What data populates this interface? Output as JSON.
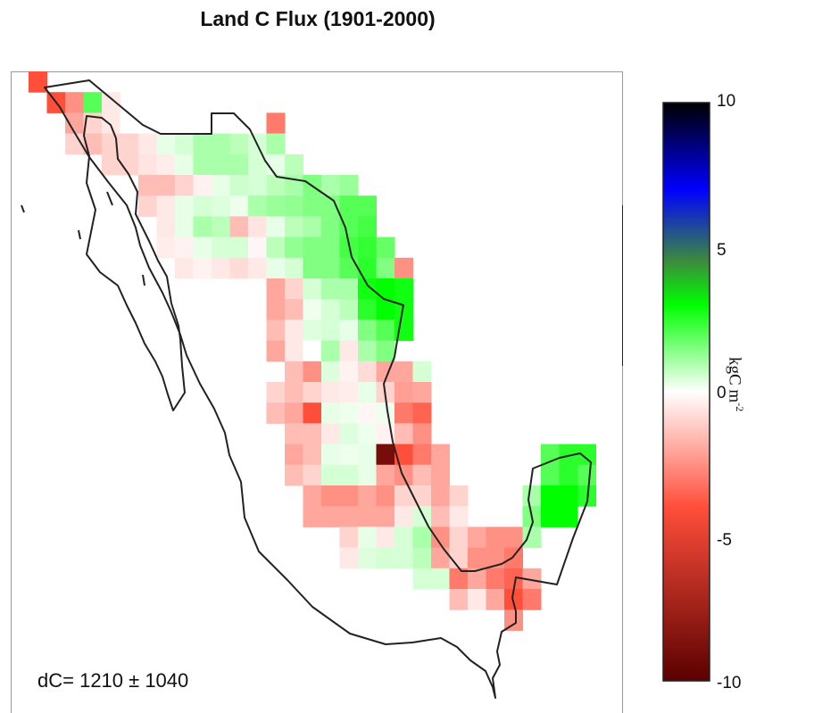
{
  "title": "Land C Flux (1901-2000)",
  "stat": {
    "label": "dC= 1210 ± 1040"
  },
  "colorbar": {
    "unit": "kgC m",
    "unit_exponent": "-2",
    "min": -10,
    "max": 10,
    "ticks": [
      "10",
      "5",
      "0",
      "-5",
      "-10"
    ],
    "stops": [
      {
        "v": 10,
        "c": "#000000"
      },
      {
        "v": 7,
        "c": "#0000ff"
      },
      {
        "v": 4.5,
        "c": "#3c8c3c"
      },
      {
        "v": 3,
        "c": "#00ff00"
      },
      {
        "v": 0,
        "c": "#ffffff"
      },
      {
        "v": -4,
        "c": "#ff4e3a"
      },
      {
        "v": -10,
        "c": "#5a0000"
      }
    ]
  },
  "colors": {
    "outline": "#222222",
    "frame": "#999999"
  },
  "map_data": {
    "region": "Mexico",
    "cells": [
      [
        0,
        0,
        -4
      ],
      [
        1,
        1,
        -4
      ],
      [
        2,
        1,
        -2.5
      ],
      [
        3,
        1,
        2
      ],
      [
        4,
        1,
        -0.5
      ],
      [
        2,
        2,
        -2
      ],
      [
        3,
        2,
        -1
      ],
      [
        4,
        2,
        -0.5
      ],
      [
        5,
        2,
        0
      ],
      [
        13,
        2,
        -3
      ],
      [
        2,
        3,
        -1
      ],
      [
        3,
        3,
        -1.5
      ],
      [
        4,
        3,
        -1
      ],
      [
        5,
        3,
        -1
      ],
      [
        6,
        3,
        -0.5
      ],
      [
        7,
        3,
        0.3
      ],
      [
        8,
        3,
        0.5
      ],
      [
        9,
        3,
        1
      ],
      [
        10,
        3,
        1
      ],
      [
        11,
        3,
        0.8
      ],
      [
        12,
        3,
        0.5
      ],
      [
        13,
        3,
        1
      ],
      [
        4,
        4,
        -1
      ],
      [
        5,
        4,
        -1
      ],
      [
        6,
        4,
        -0.6
      ],
      [
        7,
        4,
        -0.4
      ],
      [
        8,
        4,
        0.3
      ],
      [
        9,
        4,
        1
      ],
      [
        10,
        4,
        1
      ],
      [
        11,
        4,
        1
      ],
      [
        12,
        4,
        0.5
      ],
      [
        13,
        4,
        0.3
      ],
      [
        14,
        4,
        0.8
      ],
      [
        6,
        5,
        -1.5
      ],
      [
        7,
        5,
        -1.5
      ],
      [
        8,
        5,
        -1
      ],
      [
        9,
        5,
        -0.3
      ],
      [
        10,
        5,
        0.3
      ],
      [
        11,
        5,
        0.6
      ],
      [
        12,
        5,
        0.5
      ],
      [
        13,
        5,
        0.8
      ],
      [
        14,
        5,
        1
      ],
      [
        15,
        5,
        1.5
      ],
      [
        16,
        5,
        1
      ],
      [
        17,
        5,
        1.2
      ],
      [
        6,
        6,
        -1
      ],
      [
        7,
        6,
        -0.5
      ],
      [
        8,
        6,
        0.3
      ],
      [
        9,
        6,
        0.5
      ],
      [
        10,
        6,
        0.4
      ],
      [
        11,
        6,
        0.2
      ],
      [
        12,
        6,
        1
      ],
      [
        13,
        6,
        1.2
      ],
      [
        14,
        6,
        1.3
      ],
      [
        15,
        6,
        1.5
      ],
      [
        16,
        6,
        1.5
      ],
      [
        17,
        6,
        2
      ],
      [
        18,
        6,
        2
      ],
      [
        7,
        7,
        -0.5
      ],
      [
        8,
        7,
        0.3
      ],
      [
        9,
        7,
        1
      ],
      [
        10,
        7,
        0.8
      ],
      [
        11,
        7,
        -1.5
      ],
      [
        12,
        7,
        -0.6
      ],
      [
        13,
        7,
        0.3
      ],
      [
        14,
        7,
        0.8
      ],
      [
        15,
        7,
        1
      ],
      [
        16,
        7,
        1.5
      ],
      [
        17,
        7,
        2
      ],
      [
        18,
        7,
        2.2
      ],
      [
        7,
        8,
        -0.4
      ],
      [
        8,
        8,
        -0.3
      ],
      [
        9,
        8,
        0.3
      ],
      [
        10,
        8,
        0.5
      ],
      [
        11,
        8,
        0.5
      ],
      [
        12,
        8,
        -0.2
      ],
      [
        13,
        8,
        0.8
      ],
      [
        14,
        8,
        1.3
      ],
      [
        15,
        8,
        1.5
      ],
      [
        16,
        8,
        1.5
      ],
      [
        17,
        8,
        2.2
      ],
      [
        18,
        8,
        2.4
      ],
      [
        19,
        8,
        1.8
      ],
      [
        8,
        9,
        -0.5
      ],
      [
        9,
        9,
        -0.3
      ],
      [
        10,
        9,
        -0.5
      ],
      [
        11,
        9,
        -0.8
      ],
      [
        12,
        9,
        -0.5
      ],
      [
        13,
        9,
        0.3
      ],
      [
        14,
        9,
        0.5
      ],
      [
        15,
        9,
        1.5
      ],
      [
        16,
        9,
        1.5
      ],
      [
        17,
        9,
        2
      ],
      [
        18,
        9,
        2.5
      ],
      [
        19,
        9,
        1.5
      ],
      [
        20,
        9,
        -2.5
      ],
      [
        13,
        10,
        -2
      ],
      [
        14,
        10,
        -1
      ],
      [
        15,
        10,
        0.5
      ],
      [
        16,
        10,
        1
      ],
      [
        17,
        10,
        1
      ],
      [
        18,
        10,
        2.8
      ],
      [
        19,
        10,
        3
      ],
      [
        20,
        10,
        2.8
      ],
      [
        13,
        11,
        -2
      ],
      [
        14,
        11,
        -1.5
      ],
      [
        15,
        11,
        0.2
      ],
      [
        16,
        11,
        0.5
      ],
      [
        17,
        11,
        0.8
      ],
      [
        18,
        11,
        2.5
      ],
      [
        19,
        11,
        3
      ],
      [
        20,
        11,
        2.8
      ],
      [
        13,
        12,
        -1.5
      ],
      [
        14,
        12,
        -0.5
      ],
      [
        15,
        12,
        0.4
      ],
      [
        16,
        12,
        0.5
      ],
      [
        17,
        12,
        0.3
      ],
      [
        18,
        12,
        1.5
      ],
      [
        19,
        12,
        2
      ],
      [
        20,
        12,
        2.8
      ],
      [
        13,
        13,
        -2
      ],
      [
        14,
        13,
        -0.5
      ],
      [
        15,
        13,
        0
      ],
      [
        16,
        13,
        1
      ],
      [
        17,
        13,
        -0.5
      ],
      [
        18,
        13,
        1
      ],
      [
        19,
        13,
        1.5
      ],
      [
        14,
        14,
        -1.5
      ],
      [
        15,
        14,
        -2.5
      ],
      [
        16,
        14,
        0.4
      ],
      [
        17,
        14,
        -0.3
      ],
      [
        18,
        14,
        -0.8
      ],
      [
        19,
        14,
        -2
      ],
      [
        20,
        14,
        -2
      ],
      [
        21,
        14,
        0.5
      ],
      [
        13,
        15,
        -1
      ],
      [
        14,
        15,
        -1.5
      ],
      [
        15,
        15,
        -1
      ],
      [
        16,
        15,
        -0.5
      ],
      [
        17,
        15,
        -0.4
      ],
      [
        18,
        15,
        0.3
      ],
      [
        19,
        15,
        -1
      ],
      [
        20,
        15,
        -2.2
      ],
      [
        21,
        15,
        -2
      ],
      [
        13,
        16,
        -1.5
      ],
      [
        14,
        16,
        -2
      ],
      [
        15,
        16,
        -4
      ],
      [
        16,
        16,
        0.3
      ],
      [
        17,
        16,
        0.2
      ],
      [
        18,
        16,
        -0.2
      ],
      [
        19,
        16,
        0.2
      ],
      [
        20,
        16,
        -3
      ],
      [
        21,
        16,
        -3.5
      ],
      [
        14,
        17,
        -1.5
      ],
      [
        15,
        17,
        -1.5
      ],
      [
        16,
        17,
        -0.5
      ],
      [
        17,
        17,
        0.4
      ],
      [
        18,
        17,
        0.2
      ],
      [
        19,
        17,
        -0.3
      ],
      [
        20,
        17,
        -1.5
      ],
      [
        21,
        17,
        -2.5
      ],
      [
        14,
        18,
        -2
      ],
      [
        15,
        18,
        -1.5
      ],
      [
        16,
        18,
        0.3
      ],
      [
        17,
        18,
        0.2
      ],
      [
        18,
        18,
        0.3
      ],
      [
        19,
        18,
        -9
      ],
      [
        20,
        18,
        -4
      ],
      [
        21,
        18,
        -3
      ],
      [
        22,
        18,
        -2
      ],
      [
        28,
        18,
        2
      ],
      [
        29,
        18,
        2.5
      ],
      [
        30,
        18,
        2.5
      ],
      [
        14,
        19,
        -1.5
      ],
      [
        15,
        19,
        -1
      ],
      [
        16,
        19,
        0.5
      ],
      [
        17,
        19,
        0.5
      ],
      [
        18,
        19,
        0.3
      ],
      [
        19,
        19,
        -2
      ],
      [
        20,
        19,
        -2.5
      ],
      [
        21,
        19,
        -1.5
      ],
      [
        22,
        19,
        -2
      ],
      [
        28,
        19,
        2
      ],
      [
        29,
        19,
        2.5
      ],
      [
        30,
        19,
        2
      ],
      [
        15,
        20,
        -2
      ],
      [
        16,
        20,
        -2.5
      ],
      [
        17,
        20,
        -2.5
      ],
      [
        18,
        20,
        -2
      ],
      [
        19,
        20,
        -2.5
      ],
      [
        20,
        20,
        -1
      ],
      [
        21,
        20,
        -1
      ],
      [
        22,
        20,
        -2
      ],
      [
        23,
        20,
        -1
      ],
      [
        27,
        20,
        1
      ],
      [
        28,
        20,
        3
      ],
      [
        29,
        20,
        3
      ],
      [
        30,
        20,
        2.5
      ],
      [
        15,
        21,
        -2
      ],
      [
        16,
        21,
        -2
      ],
      [
        17,
        21,
        -2
      ],
      [
        18,
        21,
        -2
      ],
      [
        19,
        21,
        -2
      ],
      [
        20,
        21,
        -0.5
      ],
      [
        21,
        21,
        0.5
      ],
      [
        22,
        21,
        -1.5
      ],
      [
        23,
        21,
        -0.5
      ],
      [
        27,
        21,
        1.5
      ],
      [
        28,
        21,
        3
      ],
      [
        29,
        21,
        3
      ],
      [
        17,
        22,
        -1
      ],
      [
        18,
        22,
        0.3
      ],
      [
        19,
        22,
        -0.5
      ],
      [
        20,
        22,
        0.5
      ],
      [
        21,
        22,
        1
      ],
      [
        22,
        22,
        -2.5
      ],
      [
        23,
        22,
        -1
      ],
      [
        24,
        22,
        -2
      ],
      [
        25,
        22,
        -2.5
      ],
      [
        26,
        22,
        -2.5
      ],
      [
        27,
        22,
        1
      ],
      [
        17,
        23,
        -0.5
      ],
      [
        18,
        23,
        0.4
      ],
      [
        19,
        23,
        0.5
      ],
      [
        20,
        23,
        0.5
      ],
      [
        21,
        23,
        0.8
      ],
      [
        22,
        23,
        -2
      ],
      [
        23,
        23,
        -1
      ],
      [
        24,
        23,
        -2.5
      ],
      [
        25,
        23,
        -2.5
      ],
      [
        26,
        23,
        -3
      ],
      [
        21,
        24,
        0.5
      ],
      [
        22,
        24,
        0.5
      ],
      [
        23,
        24,
        -3
      ],
      [
        24,
        24,
        -2
      ],
      [
        25,
        24,
        -3
      ],
      [
        26,
        24,
        -3.5
      ],
      [
        27,
        24,
        -2
      ],
      [
        23,
        25,
        -1.5
      ],
      [
        24,
        25,
        -0.5
      ],
      [
        25,
        25,
        -2
      ],
      [
        26,
        25,
        -4
      ],
      [
        27,
        25,
        -3
      ],
      [
        26,
        26,
        -2.5
      ]
    ]
  }
}
